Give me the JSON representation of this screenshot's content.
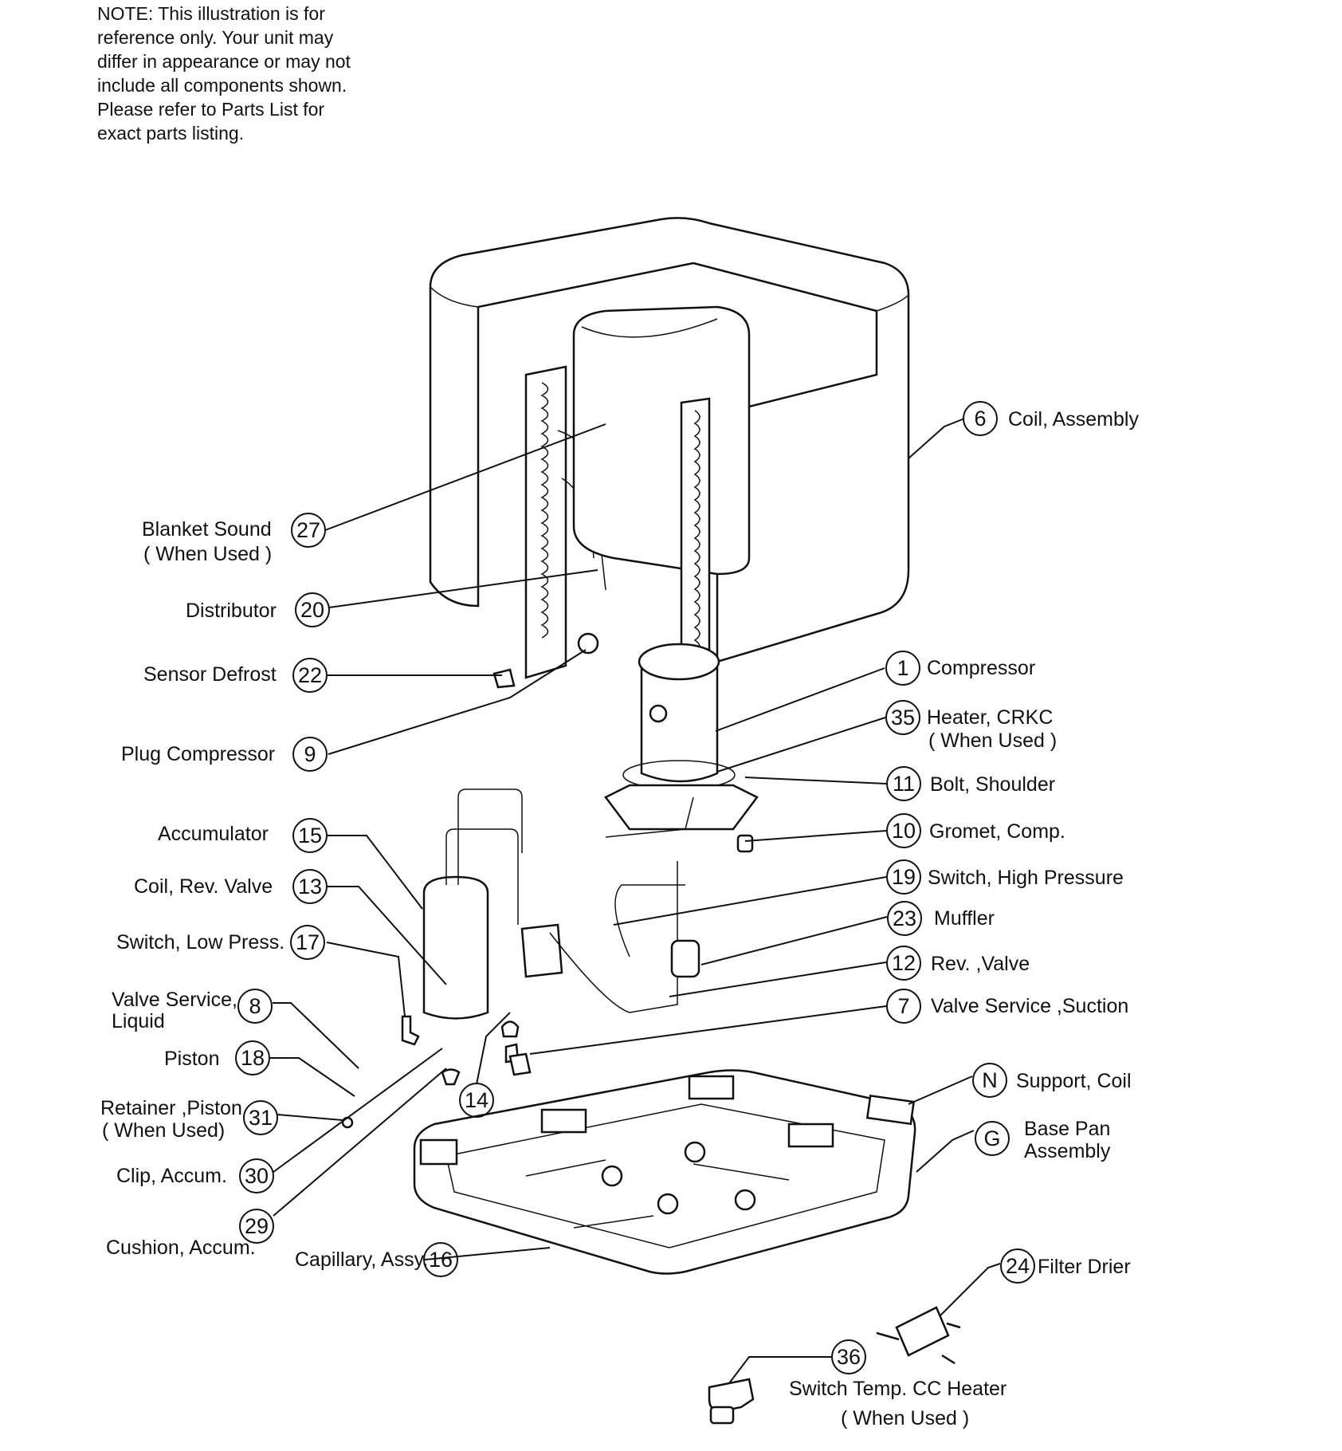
{
  "note_lines": [
    "NOTE: This illustration is for",
    "reference only.  Your unit may",
    "differ in appearance or may not",
    "include all components shown.",
    "Please refer to Parts List for",
    "exact parts listing."
  ],
  "callouts": [
    {
      "id": "6",
      "lines": [
        "Coil, Assembly"
      ]
    },
    {
      "id": "27",
      "lines": [
        "Blanket Sound",
        "( When Used )"
      ]
    },
    {
      "id": "20",
      "lines": [
        "Distributor"
      ]
    },
    {
      "id": "22",
      "lines": [
        "Sensor Defrost"
      ]
    },
    {
      "id": "9",
      "lines": [
        "Plug Compressor"
      ]
    },
    {
      "id": "1",
      "lines": [
        "Compressor"
      ]
    },
    {
      "id": "35",
      "lines": [
        "Heater, CRKC",
        "( When Used )"
      ]
    },
    {
      "id": "11",
      "lines": [
        "Bolt, Shoulder"
      ]
    },
    {
      "id": "10",
      "lines": [
        "Gromet, Comp."
      ]
    },
    {
      "id": "19",
      "lines": [
        "Switch, High Pressure"
      ]
    },
    {
      "id": "23",
      "lines": [
        "Muffler"
      ]
    },
    {
      "id": "12",
      "lines": [
        "Rev. ,Valve"
      ]
    },
    {
      "id": "7",
      "lines": [
        "Valve Service ,Suction"
      ]
    },
    {
      "id": "15",
      "lines": [
        "Accumulator"
      ]
    },
    {
      "id": "13",
      "lines": [
        "Coil, Rev. Valve"
      ]
    },
    {
      "id": "17",
      "lines": [
        "Switch, Low Press."
      ]
    },
    {
      "id": "8",
      "lines": [
        "Valve Service,",
        "Liquid"
      ]
    },
    {
      "id": "18",
      "lines": [
        "Piston"
      ]
    },
    {
      "id": "31",
      "lines": [
        "Retainer ,Piston",
        "( When Used)"
      ]
    },
    {
      "id": "30",
      "lines": [
        "Clip, Accum."
      ]
    },
    {
      "id": "29",
      "lines": [
        "Cushion, Accum."
      ]
    },
    {
      "id": "16",
      "lines": [
        "Capillary, Assy."
      ]
    },
    {
      "id": "14",
      "lines": []
    },
    {
      "id": "N",
      "lines": [
        "Support, Coil"
      ]
    },
    {
      "id": "G",
      "lines": [
        "Base Pan",
        "Assembly"
      ]
    },
    {
      "id": "24",
      "lines": [
        "Filter Drier"
      ]
    },
    {
      "id": "36",
      "lines": [
        "Switch Temp. CC Heater",
        "( When Used )"
      ]
    }
  ]
}
